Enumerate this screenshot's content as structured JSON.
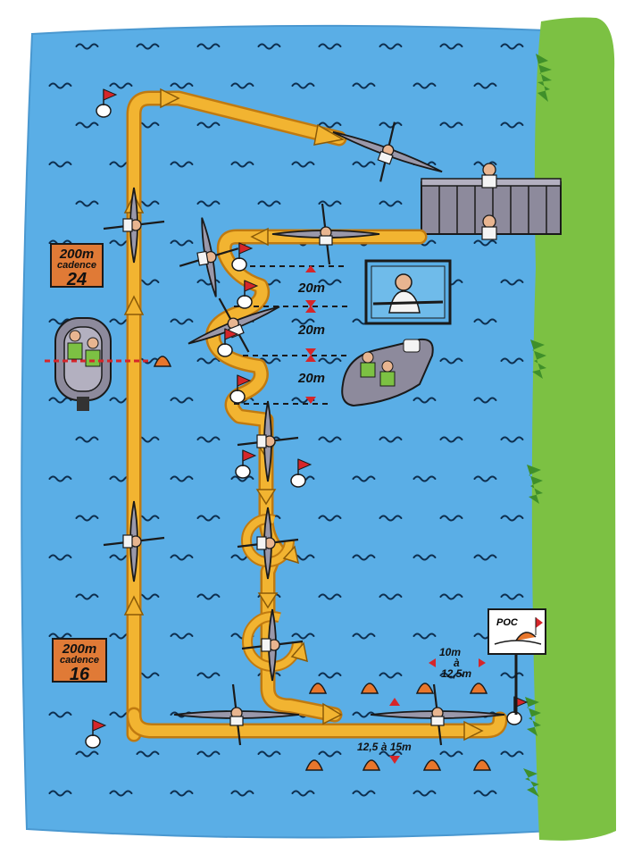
{
  "signs": {
    "top": {
      "line1": "200m",
      "line2": "cadence",
      "line3": "24"
    },
    "bottom": {
      "line1": "200m",
      "line2": "cadence",
      "line3": "16"
    }
  },
  "distances": {
    "d1": "20m",
    "d2": "20m",
    "d3": "20m"
  },
  "poc_sign": {
    "label": "POC"
  },
  "gap_lateral": {
    "line1": "10m",
    "line2": "à",
    "line3": "12,5m"
  },
  "gap_longitudinal": {
    "label": "12,5 à 15m"
  },
  "colors": {
    "water": "#5aaee6",
    "path": "#f2b431",
    "grass": "#7cc143",
    "sign": "#e07a36",
    "buoy": "#e8762c",
    "flag": "#d6262a"
  }
}
